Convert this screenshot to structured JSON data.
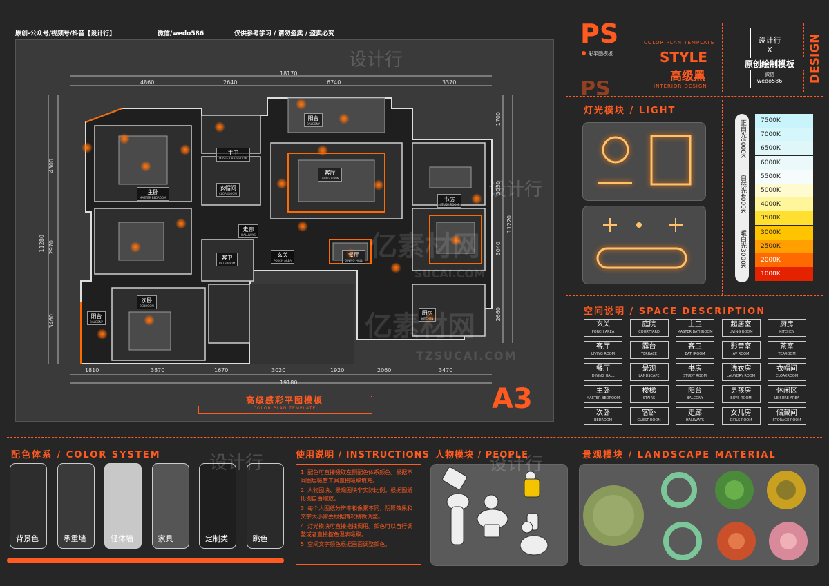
{
  "header": {
    "credits": "原创-公众号/视频号/抖音【设计行】",
    "wechat": "微信/wedo586",
    "notice": "仅供参考学习 / 请勿盗卖 / 盗卖必究"
  },
  "brand": {
    "ps": "PS",
    "ps_sub": "彩平图模板",
    "template_en": "COLOR PLAN TEMPLATE",
    "style": "STYLE",
    "style_cn": "高级黑",
    "interior": "INTERIOR DESIGN",
    "box_line1": "设计行",
    "box_x": "X",
    "box_line2": "原创绘制模板",
    "box_line3": "微信",
    "box_line4": "wedo586",
    "design_vertical": "DESIGN"
  },
  "plan": {
    "dims_top": [
      "4860",
      "2640",
      "6740",
      "3370"
    ],
    "dim_total_top": "18170",
    "dims_bottom": [
      "1810",
      "3870",
      "1670",
      "3020",
      "1920",
      "2060",
      "3470"
    ],
    "dim_total_bottom": "19180",
    "dims_left": [
      "4300",
      "2970",
      "3460"
    ],
    "dim_total_left": "11280",
    "dims_right": [
      "1700",
      "3050",
      "3040",
      "2660"
    ],
    "dim_total_right": "11220",
    "rooms": [
      {
        "cn": "阳台",
        "en": "BALCONY"
      },
      {
        "cn": "主卫",
        "en": "MASTER BATHROOM"
      },
      {
        "cn": "客厅",
        "en": "LIVING ROOM"
      },
      {
        "cn": "主卧",
        "en": "MASTER BEDROOM"
      },
      {
        "cn": "衣帽间",
        "en": "CLOAKROOM"
      },
      {
        "cn": "书房",
        "en": "STUDY ROOM"
      },
      {
        "cn": "走廊",
        "en": "HALLWAYS"
      },
      {
        "cn": "玄关",
        "en": "PORCH AREA"
      },
      {
        "cn": "餐厅",
        "en": "DINING HALL"
      },
      {
        "cn": "客卫",
        "en": "BATHROOM"
      },
      {
        "cn": "次卧",
        "en": "BEDROOM"
      },
      {
        "cn": "阳台",
        "en": "BALCONY"
      },
      {
        "cn": "厨房",
        "en": "KITCHEN"
      }
    ],
    "title_cn": "高级感彩平图模板",
    "title_en": "COLOR PLAN TEMPLATE",
    "size": "A3"
  },
  "light": {
    "title": "灯光模块 / LIGHT",
    "labels": [
      "正白光6000K",
      "自然光4000K",
      "暖白光3000K"
    ],
    "scale": [
      {
        "k": "7500K",
        "color": "#c9f4fb"
      },
      {
        "k": "7000K",
        "color": "#d5f6fa"
      },
      {
        "k": "6500K",
        "color": "#e0f7fa"
      },
      {
        "k": "6000K",
        "color": "#ecf9fb"
      },
      {
        "k": "5500K",
        "color": "#f6fbfb"
      },
      {
        "k": "5000K",
        "color": "#fffbd0"
      },
      {
        "k": "4000K",
        "color": "#fff59a"
      },
      {
        "k": "3500K",
        "color": "#ffe030"
      },
      {
        "k": "3000K",
        "color": "#ffc400"
      },
      {
        "k": "2500K",
        "color": "#ff9f00"
      },
      {
        "k": "2000K",
        "color": "#ff6a00"
      },
      {
        "k": "1000K",
        "color": "#e52200"
      }
    ]
  },
  "space": {
    "title": "空间说明 / SPACE DESCRIPTION",
    "tags": [
      {
        "cn": "玄关",
        "en": "PORCH AREA"
      },
      {
        "cn": "庭院",
        "en": "COURTYARD"
      },
      {
        "cn": "主卫",
        "en": "MASTER BATHROOM"
      },
      {
        "cn": "起居室",
        "en": "LIVING ROOM"
      },
      {
        "cn": "厨房",
        "en": "KITCHEN"
      },
      {
        "cn": "客厅",
        "en": "LIVING ROOM"
      },
      {
        "cn": "露台",
        "en": "TERRACE"
      },
      {
        "cn": "客卫",
        "en": "BATHROOM"
      },
      {
        "cn": "影音室",
        "en": "AV ROOM"
      },
      {
        "cn": "茶室",
        "en": "TEAROOM"
      },
      {
        "cn": "餐厅",
        "en": "DINING HALL"
      },
      {
        "cn": "景观",
        "en": "LANDSCAPE"
      },
      {
        "cn": "书房",
        "en": "STUDY ROOM"
      },
      {
        "cn": "洗衣房",
        "en": "LAUNDRY ROOM"
      },
      {
        "cn": "衣帽间",
        "en": "CLOAKROOM"
      },
      {
        "cn": "主卧",
        "en": "MASTER BEDROOM"
      },
      {
        "cn": "楼梯",
        "en": "STAIRS"
      },
      {
        "cn": "阳台",
        "en": "BALCONY"
      },
      {
        "cn": "男孩房",
        "en": "BOYS ROOM"
      },
      {
        "cn": "休闲区",
        "en": "LEISURE AREA"
      },
      {
        "cn": "次卧",
        "en": "BEDROOM"
      },
      {
        "cn": "客卧",
        "en": "GUEST ROOM"
      },
      {
        "cn": "走廊",
        "en": "HALLWAYS"
      },
      {
        "cn": "女儿房",
        "en": "GIRLS ROOM"
      },
      {
        "cn": "储藏间",
        "en": "STORAGE ROOM"
      }
    ]
  },
  "colors": {
    "title": "配色体系 / COLOR SYSTEM",
    "swatches": [
      {
        "label": "背景色",
        "color": "#2d2d2d"
      },
      {
        "label": "承重墙",
        "color": "#3a3a3a"
      },
      {
        "label": "轻体墙",
        "color": "#c8c8c8"
      },
      {
        "label": "家具",
        "color": "#555555"
      },
      {
        "label": "定制类",
        "color": "#1e1e1e"
      },
      {
        "label": "跳色",
        "color": "#2a2a2a"
      }
    ]
  },
  "instructions": {
    "title": "使用说明 / INSTRUCTIONS",
    "items": [
      "1. 配色可直接吸取左侧配色体系颜色。根据不同图层吸管工具直接吸取填充。",
      "2. 人物图块、景观图块非实际比例，根据图纸比例自由缩放。",
      "3. 每个人图纸分辨率和像素不同，阴影效果和文字大小需要根据情况稍微调整。",
      "4. 灯光模块可直接拖拽调用。颜色可以自行调整或者直接按色温表吸取。",
      "5. 空间文字颜色根据画面调整颜色。"
    ]
  },
  "people": {
    "title": "人物模块 / PEOPLE"
  },
  "landscape": {
    "title": "景观模块 / LANDSCAPE MATERIAL"
  },
  "watermarks": [
    "设计行",
    "设计行",
    "设计行",
    "设计行",
    "亿素材网",
    "SUCAI.COM",
    "亿素材网",
    "TZSUCAI.COM"
  ]
}
